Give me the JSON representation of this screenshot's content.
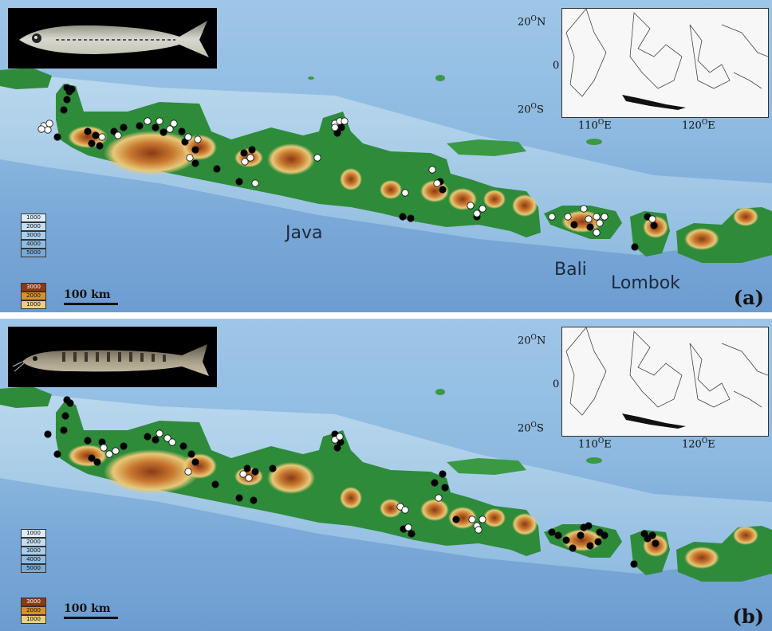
{
  "panels": [
    {
      "letter": "(a)",
      "places": {
        "java": "Java",
        "bali": "Bali",
        "lombok": "Lombok"
      },
      "fish": "minnow",
      "white_points": [
        [
          55,
          158
        ],
        [
          62,
          155
        ],
        [
          60,
          163
        ],
        [
          52,
          162
        ],
        [
          128,
          172
        ],
        [
          148,
          170
        ],
        [
          185,
          152
        ],
        [
          200,
          152
        ],
        [
          218,
          155
        ],
        [
          213,
          162
        ],
        [
          236,
          172
        ],
        [
          248,
          175
        ],
        [
          238,
          198
        ],
        [
          307,
          203
        ],
        [
          314,
          198
        ],
        [
          320,
          230
        ],
        [
          398,
          198
        ],
        [
          420,
          155
        ],
        [
          426,
          152
        ],
        [
          432,
          152
        ],
        [
          420,
          160
        ],
        [
          542,
          213
        ],
        [
          548,
          230
        ],
        [
          508,
          242
        ],
        [
          590,
          258
        ],
        [
          598,
          268
        ],
        [
          605,
          262
        ],
        [
          692,
          272
        ],
        [
          712,
          272
        ],
        [
          732,
          262
        ],
        [
          738,
          275
        ],
        [
          748,
          272
        ],
        [
          752,
          280
        ],
        [
          758,
          272
        ],
        [
          748,
          292
        ],
        [
          818,
          275
        ]
      ],
      "black_points": [
        [
          84,
          110
        ],
        [
          87,
          115
        ],
        [
          90,
          112
        ],
        [
          84,
          125
        ],
        [
          80,
          138
        ],
        [
          72,
          172
        ],
        [
          110,
          165
        ],
        [
          120,
          170
        ],
        [
          115,
          180
        ],
        [
          125,
          183
        ],
        [
          143,
          165
        ],
        [
          155,
          160
        ],
        [
          175,
          158
        ],
        [
          195,
          160
        ],
        [
          205,
          166
        ],
        [
          228,
          165
        ],
        [
          232,
          178
        ],
        [
          245,
          188
        ],
        [
          245,
          205
        ],
        [
          272,
          212
        ],
        [
          300,
          228
        ],
        [
          306,
          192
        ],
        [
          316,
          188
        ],
        [
          428,
          160
        ],
        [
          423,
          167
        ],
        [
          552,
          228
        ],
        [
          555,
          238
        ],
        [
          505,
          272
        ],
        [
          515,
          274
        ],
        [
          598,
          272
        ],
        [
          720,
          282
        ],
        [
          740,
          285
        ],
        [
          796,
          310
        ],
        [
          812,
          272
        ],
        [
          820,
          283
        ]
      ]
    },
    {
      "letter": "(b)",
      "places": {
        "java": "",
        "bali": "",
        "lombok": ""
      },
      "fish": "loach",
      "white_points": [
        [
          130,
          562
        ],
        [
          137,
          570
        ],
        [
          145,
          566
        ],
        [
          200,
          544
        ],
        [
          210,
          550
        ],
        [
          216,
          555
        ],
        [
          236,
          592
        ],
        [
          305,
          595
        ],
        [
          312,
          600
        ],
        [
          420,
          552
        ],
        [
          426,
          548
        ],
        [
          502,
          636
        ],
        [
          508,
          640
        ],
        [
          512,
          662
        ],
        [
          550,
          625
        ],
        [
          592,
          652
        ],
        [
          598,
          660
        ],
        [
          600,
          665
        ],
        [
          605,
          652
        ]
      ],
      "black_points": [
        [
          84,
          502
        ],
        [
          88,
          506
        ],
        [
          82,
          522
        ],
        [
          80,
          540
        ],
        [
          60,
          545
        ],
        [
          72,
          570
        ],
        [
          110,
          553
        ],
        [
          115,
          575
        ],
        [
          122,
          580
        ],
        [
          128,
          555
        ],
        [
          155,
          560
        ],
        [
          185,
          548
        ],
        [
          195,
          552
        ],
        [
          230,
          560
        ],
        [
          240,
          570
        ],
        [
          245,
          580
        ],
        [
          270,
          608
        ],
        [
          300,
          625
        ],
        [
          318,
          628
        ],
        [
          310,
          588
        ],
        [
          320,
          592
        ],
        [
          342,
          588
        ],
        [
          420,
          545
        ],
        [
          427,
          555
        ],
        [
          423,
          562
        ],
        [
          545,
          606
        ],
        [
          555,
          595
        ],
        [
          558,
          612
        ],
        [
          506,
          664
        ],
        [
          516,
          670
        ],
        [
          572,
          652
        ],
        [
          692,
          668
        ],
        [
          700,
          672
        ],
        [
          710,
          678
        ],
        [
          718,
          688
        ],
        [
          728,
          672
        ],
        [
          732,
          662
        ],
        [
          740,
          685
        ],
        [
          752,
          668
        ],
        [
          758,
          672
        ],
        [
          750,
          680
        ],
        [
          738,
          660
        ],
        [
          795,
          708
        ],
        [
          808,
          670
        ],
        [
          818,
          672
        ],
        [
          822,
          682
        ],
        [
          812,
          676
        ]
      ]
    }
  ],
  "inset": {
    "lat_top": "20",
    "lat_top_hemi": "N",
    "lat_mid": "0",
    "lat_bot": "20",
    "lat_bot_hemi": "S",
    "lon_left": "110",
    "lon_left_hemi": "E",
    "lon_right": "120",
    "lon_right_hemi": "E",
    "degree": "O"
  },
  "legend": {
    "depth": [
      "1000",
      "2000",
      "3000",
      "4000",
      "5000"
    ],
    "elevation": [
      "3000",
      "2000",
      "1000"
    ]
  },
  "scale_label": "100 km",
  "colors": {
    "sea_light": "#9ec6e8",
    "lowland": "#2e8b3a",
    "midland": "#e0c070",
    "highland": "#9a4a1e",
    "point_present": "#000000",
    "point_absent": "#ffffff"
  }
}
